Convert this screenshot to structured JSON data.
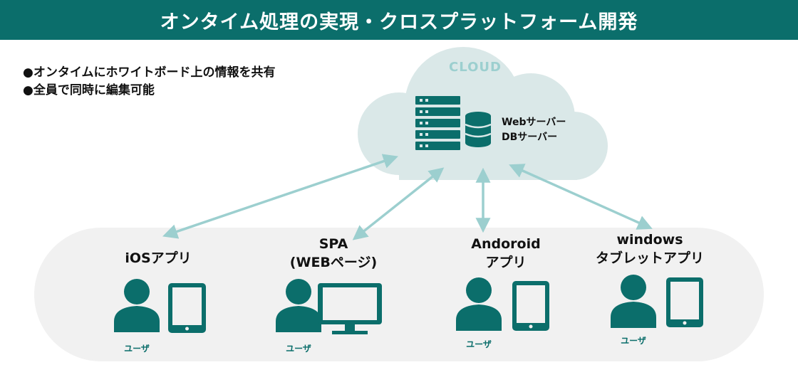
{
  "header": {
    "title": "オンタイム処理の実現・クロスプラットフォーム開発"
  },
  "bullets": [
    "●オンタイムにホワイトボード上の情報を共有",
    "●全員で同時に編集可能"
  ],
  "cloud": {
    "label": "CLOUD",
    "servers": [
      "Webサーバー",
      "DBサーバー"
    ]
  },
  "clients": [
    {
      "line1": "iOSアプリ",
      "line2": "",
      "user_label": "ユーザ",
      "device": "tablet"
    },
    {
      "line1": "SPA",
      "line2": "(WEBページ)",
      "user_label": "ユーザ",
      "device": "monitor"
    },
    {
      "line1": "Andoroid",
      "line2": "アプリ",
      "user_label": "ユーザ",
      "device": "tablet"
    },
    {
      "line1": "windows",
      "line2": "タブレットアプリ",
      "user_label": "ユーザ",
      "device": "tablet"
    }
  ],
  "colors": {
    "accent": "#0b6e6b",
    "cloud": "#dae8e8",
    "arrow": "#9ccfcf",
    "band": "#f1f1f1"
  }
}
